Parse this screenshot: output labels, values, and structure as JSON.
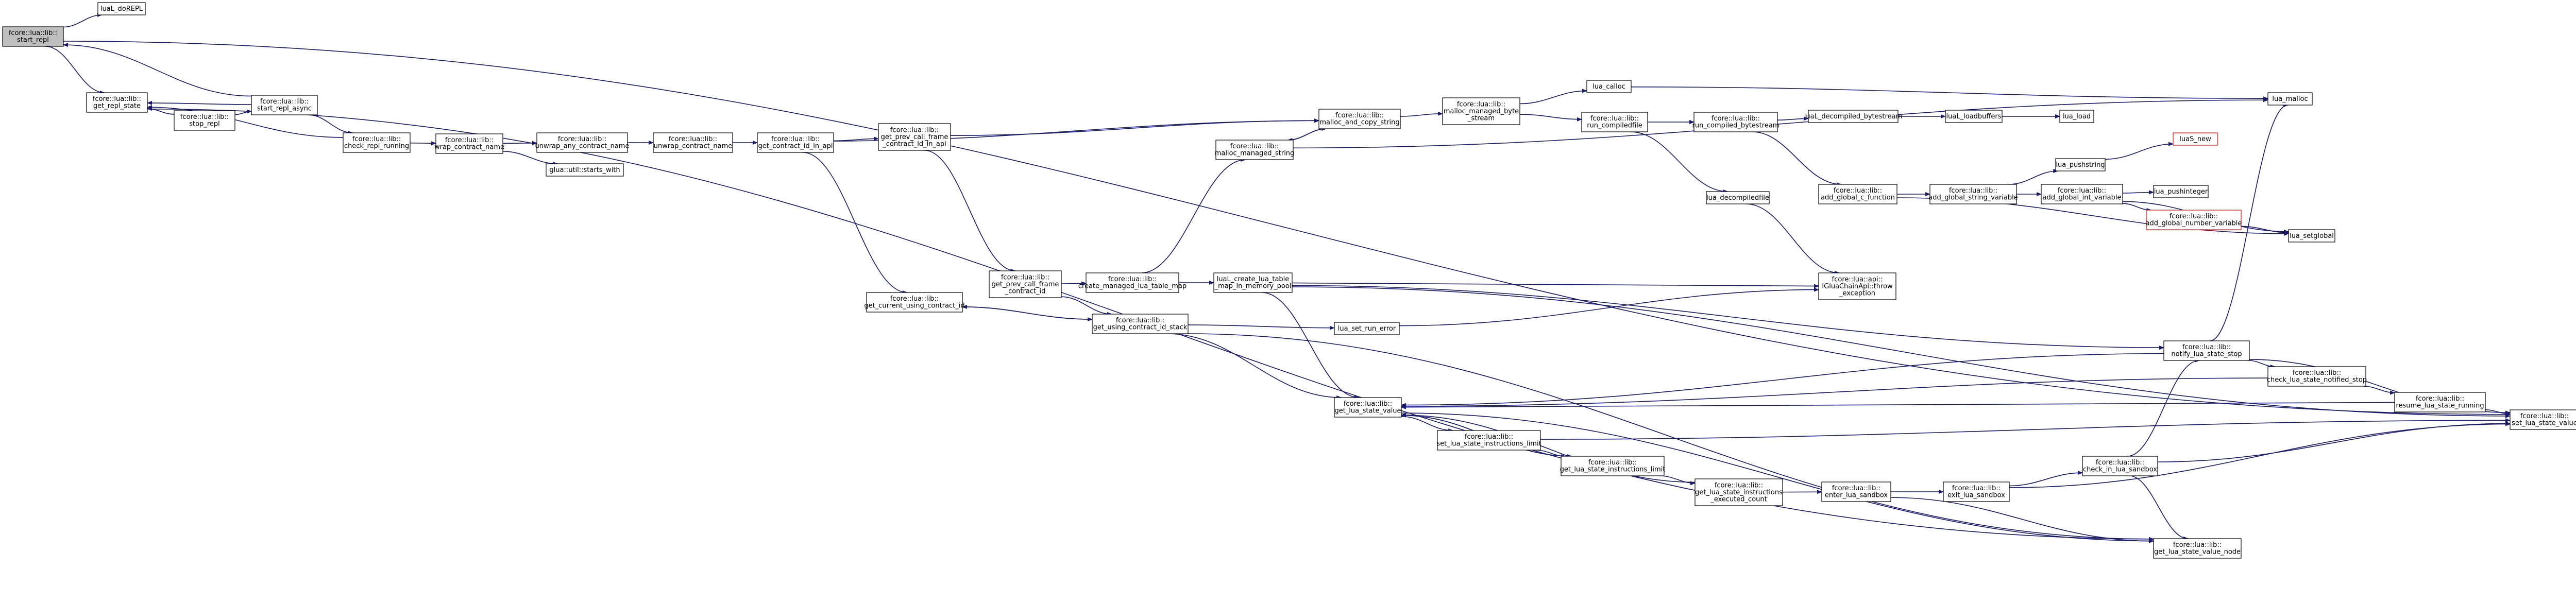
{
  "colors": {
    "edge": "#191970",
    "node_border": "#000000",
    "current_node_fill": "#bfbfbf",
    "missing_node_border": "#ff0000"
  },
  "nodes": [
    {
      "id": "start_repl",
      "lines": [
        "fcore::lua::lib::",
        "start_repl"
      ],
      "current": true
    },
    {
      "id": "luaL_doREPL",
      "lines": [
        "luaL_doREPL"
      ]
    },
    {
      "id": "get_repl_state",
      "lines": [
        "fcore::lua::lib::",
        "get_repl_state"
      ]
    },
    {
      "id": "start_repl_async",
      "lines": [
        "fcore::lua::lib::",
        "start_repl_async"
      ]
    },
    {
      "id": "stop_repl",
      "lines": [
        "fcore::lua::lib::",
        "stop_repl"
      ]
    },
    {
      "id": "check_repl_running",
      "lines": [
        "fcore::lua::lib::",
        "check_repl_running"
      ]
    },
    {
      "id": "wrap_contract_name",
      "lines": [
        "fcore::lua::lib::",
        "wrap_contract_name"
      ]
    },
    {
      "id": "unwrap_any_contract_name",
      "lines": [
        "fcore::lua::lib::",
        "unwrap_any_contract_name"
      ]
    },
    {
      "id": "starts_with",
      "lines": [
        "glua::util::starts_with"
      ]
    },
    {
      "id": "unwrap_contract_name",
      "lines": [
        "fcore::lua::lib::",
        "unwrap_contract_name"
      ]
    },
    {
      "id": "get_contract_id_in_api",
      "lines": [
        "fcore::lua::lib::",
        "get_contract_id_in_api"
      ]
    },
    {
      "id": "get_prev_call_frame_contract_id_in_api",
      "lines": [
        "fcore::lua::lib::",
        "get_prev_call_frame",
        "_contract_id_in_api"
      ]
    },
    {
      "id": "malloc_managed_string",
      "lines": [
        "fcore::lua::lib::",
        "malloc_managed_string"
      ]
    },
    {
      "id": "malloc_and_copy_string",
      "lines": [
        "fcore::lua::lib::",
        "malloc_and_copy_string"
      ]
    },
    {
      "id": "malloc_managed_byte_stream",
      "lines": [
        "fcore::lua::lib::",
        "malloc_managed_byte",
        "_stream"
      ]
    },
    {
      "id": "lua_calloc",
      "lines": [
        "lua_calloc"
      ]
    },
    {
      "id": "lua_malloc",
      "lines": [
        "lua_malloc"
      ]
    },
    {
      "id": "run_compiledfile",
      "lines": [
        "fcore::lua::lib::",
        "run_compiledfile"
      ]
    },
    {
      "id": "run_compiled_bytestream",
      "lines": [
        "fcore::lua::lib::",
        "run_compiled_bytestream"
      ]
    },
    {
      "id": "luaL_decompiled_bytestream",
      "lines": [
        "luaL_decompiled_bytestream"
      ]
    },
    {
      "id": "luaL_loadbuffers",
      "lines": [
        "luaL_loadbuffers"
      ]
    },
    {
      "id": "lua_load",
      "lines": [
        "lua_load"
      ]
    },
    {
      "id": "luaS_new",
      "lines": [
        "luaS_new"
      ],
      "missing": true
    },
    {
      "id": "lua_pushstring",
      "lines": [
        "lua_pushstring"
      ]
    },
    {
      "id": "lua_pushinteger",
      "lines": [
        "lua_pushinteger"
      ]
    },
    {
      "id": "lua_decompiledfile",
      "lines": [
        "lua_decompiledfile"
      ]
    },
    {
      "id": "add_global_c_function",
      "lines": [
        "fcore::lua::lib::",
        "add_global_c_function"
      ]
    },
    {
      "id": "add_global_string_variable",
      "lines": [
        "fcore::lua::lib::",
        "add_global_string_variable"
      ]
    },
    {
      "id": "add_global_int_variable",
      "lines": [
        "fcore::lua::lib::",
        "add_global_int_variable"
      ]
    },
    {
      "id": "add_global_number_variable",
      "lines": [
        "fcore::lua::lib::",
        "add_global_number_variable"
      ],
      "missing": true
    },
    {
      "id": "lua_setglobal",
      "lines": [
        "lua_setglobal"
      ]
    },
    {
      "id": "get_current_using_contract_id",
      "lines": [
        "fcore::lua::lib::",
        "get_current_using_contract_id"
      ]
    },
    {
      "id": "get_prev_call_frame_contract_id",
      "lines": [
        "fcore::lua::lib::",
        "get_prev_call_frame",
        "_contract_id"
      ]
    },
    {
      "id": "create_managed_lua_table_map",
      "lines": [
        "fcore::lua::lib::",
        "create_managed_lua_table_map"
      ]
    },
    {
      "id": "luaL_create_lua_table_map_in_memory_pool",
      "lines": [
        "luaL_create_lua_table",
        "_map_in_memory_pool"
      ]
    },
    {
      "id": "throw_exception",
      "lines": [
        "fcore::lua::api::",
        "IGluaChainApi::throw",
        "_exception"
      ]
    },
    {
      "id": "get_using_contract_id_stack",
      "lines": [
        "fcore::lua::lib::",
        "get_using_contract_id_stack"
      ]
    },
    {
      "id": "lua_set_run_error",
      "lines": [
        "lua_set_run_error"
      ]
    },
    {
      "id": "notify_lua_state_stop",
      "lines": [
        "fcore::lua::lib::",
        "notify_lua_state_stop"
      ]
    },
    {
      "id": "check_lua_state_notified_stop",
      "lines": [
        "fcore::lua::lib::",
        "check_lua_state_notified_stop"
      ]
    },
    {
      "id": "resume_lua_state_running",
      "lines": [
        "fcore::lua::lib::",
        "resume_lua_state_running"
      ]
    },
    {
      "id": "set_lua_state_value",
      "lines": [
        "fcore::lua::lib::",
        "set_lua_state_value"
      ]
    },
    {
      "id": "get_lua_state_value",
      "lines": [
        "fcore::lua::lib::",
        "get_lua_state_value"
      ]
    },
    {
      "id": "set_lua_state_instructions_limit",
      "lines": [
        "fcore::lua::lib::",
        "set_lua_state_instructions_limit"
      ]
    },
    {
      "id": "get_lua_state_instructions_limit",
      "lines": [
        "fcore::lua::lib::",
        "get_lua_state_instructions_limit"
      ]
    },
    {
      "id": "get_lua_state_instructions_executed_count",
      "lines": [
        "fcore::lua::lib::",
        "get_lua_state_instructions",
        "_executed_count"
      ]
    },
    {
      "id": "enter_lua_sandbox",
      "lines": [
        "fcore::lua::lib::",
        "enter_lua_sandbox"
      ]
    },
    {
      "id": "exit_lua_sandbox",
      "lines": [
        "fcore::lua::lib::",
        "exit_lua_sandbox"
      ]
    },
    {
      "id": "check_in_lua_sandbox",
      "lines": [
        "fcore::lua::lib::",
        "check_in_lua_sandbox"
      ]
    },
    {
      "id": "get_lua_state_value_node",
      "lines": [
        "fcore::lua::lib::",
        "get_lua_state_value_node"
      ]
    }
  ],
  "edges": [
    [
      "start_repl",
      "luaL_doREPL"
    ],
    [
      "start_repl",
      "get_repl_state"
    ],
    [
      "start_repl",
      "set_lua_state_value"
    ],
    [
      "get_repl_state",
      "get_lua_state_value_node"
    ],
    [
      "start_repl_async",
      "get_repl_state"
    ],
    [
      "start_repl_async",
      "start_repl"
    ],
    [
      "start_repl_async",
      "check_repl_running"
    ],
    [
      "stop_repl",
      "get_repl_state"
    ],
    [
      "stop_repl",
      "start_repl_async"
    ],
    [
      "check_repl_running",
      "get_repl_state"
    ],
    [
      "check_repl_running",
      "wrap_contract_name"
    ],
    [
      "wrap_contract_name",
      "unwrap_any_contract_name"
    ],
    [
      "wrap_contract_name",
      "starts_with"
    ],
    [
      "unwrap_any_contract_name",
      "unwrap_contract_name"
    ],
    [
      "unwrap_contract_name",
      "get_contract_id_in_api"
    ],
    [
      "get_contract_id_in_api",
      "get_prev_call_frame_contract_id_in_api"
    ],
    [
      "get_contract_id_in_api",
      "malloc_and_copy_string"
    ],
    [
      "get_contract_id_in_api",
      "get_current_using_contract_id"
    ],
    [
      "get_prev_call_frame_contract_id_in_api",
      "malloc_and_copy_string"
    ],
    [
      "get_prev_call_frame_contract_id_in_api",
      "get_prev_call_frame_contract_id"
    ],
    [
      "malloc_managed_string",
      "malloc_and_copy_string"
    ],
    [
      "malloc_managed_string",
      "lua_malloc"
    ],
    [
      "malloc_and_copy_string",
      "malloc_managed_string"
    ],
    [
      "malloc_and_copy_string",
      "malloc_managed_byte_stream"
    ],
    [
      "malloc_managed_byte_stream",
      "lua_calloc"
    ],
    [
      "malloc_managed_byte_stream",
      "run_compiledfile"
    ],
    [
      "lua_calloc",
      "lua_malloc"
    ],
    [
      "run_compiledfile",
      "run_compiled_bytestream"
    ],
    [
      "run_compiledfile",
      "lua_decompiledfile"
    ],
    [
      "run_compiled_bytestream",
      "luaL_decompiled_bytestream"
    ],
    [
      "run_compiled_bytestream",
      "add_global_c_function"
    ],
    [
      "luaL_decompiled_bytestream",
      "luaL_loadbuffers"
    ],
    [
      "luaL_loadbuffers",
      "lua_load"
    ],
    [
      "lua_decompiledfile",
      "throw_exception"
    ],
    [
      "add_global_c_function",
      "add_global_string_variable"
    ],
    [
      "add_global_c_function",
      "lua_setglobal"
    ],
    [
      "add_global_string_variable",
      "lua_pushstring"
    ],
    [
      "add_global_string_variable",
      "add_global_int_variable"
    ],
    [
      "lua_pushstring",
      "luaS_new"
    ],
    [
      "add_global_int_variable",
      "lua_pushinteger"
    ],
    [
      "add_global_int_variable",
      "add_global_number_variable"
    ],
    [
      "add_global_int_variable",
      "lua_setglobal"
    ],
    [
      "add_global_number_variable",
      "lua_setglobal"
    ],
    [
      "get_current_using_contract_id",
      "get_using_contract_id_stack"
    ],
    [
      "get_prev_call_frame_contract_id",
      "create_managed_lua_table_map"
    ],
    [
      "get_prev_call_frame_contract_id",
      "get_using_contract_id_stack"
    ],
    [
      "create_managed_lua_table_map",
      "malloc_managed_string"
    ],
    [
      "create_managed_lua_table_map",
      "luaL_create_lua_table_map_in_memory_pool"
    ],
    [
      "luaL_create_lua_table_map_in_memory_pool",
      "throw_exception"
    ],
    [
      "luaL_create_lua_table_map_in_memory_pool",
      "get_lua_state_value"
    ],
    [
      "luaL_create_lua_table_map_in_memory_pool",
      "set_lua_state_value"
    ],
    [
      "luaL_create_lua_table_map_in_memory_pool",
      "notify_lua_state_stop"
    ],
    [
      "get_using_contract_id_stack",
      "get_current_using_contract_id"
    ],
    [
      "get_using_contract_id_stack",
      "lua_set_run_error"
    ],
    [
      "get_using_contract_id_stack",
      "get_lua_state_value"
    ],
    [
      "get_using_contract_id_stack",
      "get_lua_state_value_node"
    ],
    [
      "lua_set_run_error",
      "throw_exception"
    ],
    [
      "notify_lua_state_stop",
      "get_lua_state_value"
    ],
    [
      "notify_lua_state_stop",
      "check_lua_state_notified_stop"
    ],
    [
      "notify_lua_state_stop",
      "set_lua_state_value"
    ],
    [
      "notify_lua_state_stop",
      "lua_malloc"
    ],
    [
      "check_lua_state_notified_stop",
      "get_lua_state_value"
    ],
    [
      "check_lua_state_notified_stop",
      "resume_lua_state_running"
    ],
    [
      "resume_lua_state_running",
      "get_lua_state_value"
    ],
    [
      "resume_lua_state_running",
      "set_lua_state_value"
    ],
    [
      "get_lua_state_value",
      "set_lua_state_instructions_limit"
    ],
    [
      "get_lua_state_value",
      "get_lua_state_instructions_limit"
    ],
    [
      "get_lua_state_value",
      "get_lua_state_value_node"
    ],
    [
      "set_lua_state_instructions_limit",
      "set_lua_state_value"
    ],
    [
      "set_lua_state_instructions_limit",
      "get_lua_state_instructions_limit"
    ],
    [
      "get_lua_state_instructions_limit",
      "get_lua_state_value"
    ],
    [
      "get_lua_state_instructions_limit",
      "get_lua_state_instructions_executed_count"
    ],
    [
      "get_lua_state_instructions_executed_count",
      "get_lua_state_value"
    ],
    [
      "get_lua_state_instructions_executed_count",
      "enter_lua_sandbox"
    ],
    [
      "enter_lua_sandbox",
      "exit_lua_sandbox"
    ],
    [
      "enter_lua_sandbox",
      "get_lua_state_value_node"
    ],
    [
      "exit_lua_sandbox",
      "check_in_lua_sandbox"
    ],
    [
      "exit_lua_sandbox",
      "set_lua_state_value"
    ],
    [
      "check_in_lua_sandbox",
      "notify_lua_state_stop"
    ],
    [
      "check_in_lua_sandbox",
      "set_lua_state_value"
    ],
    [
      "check_in_lua_sandbox",
      "get_lua_state_value_node"
    ]
  ]
}
